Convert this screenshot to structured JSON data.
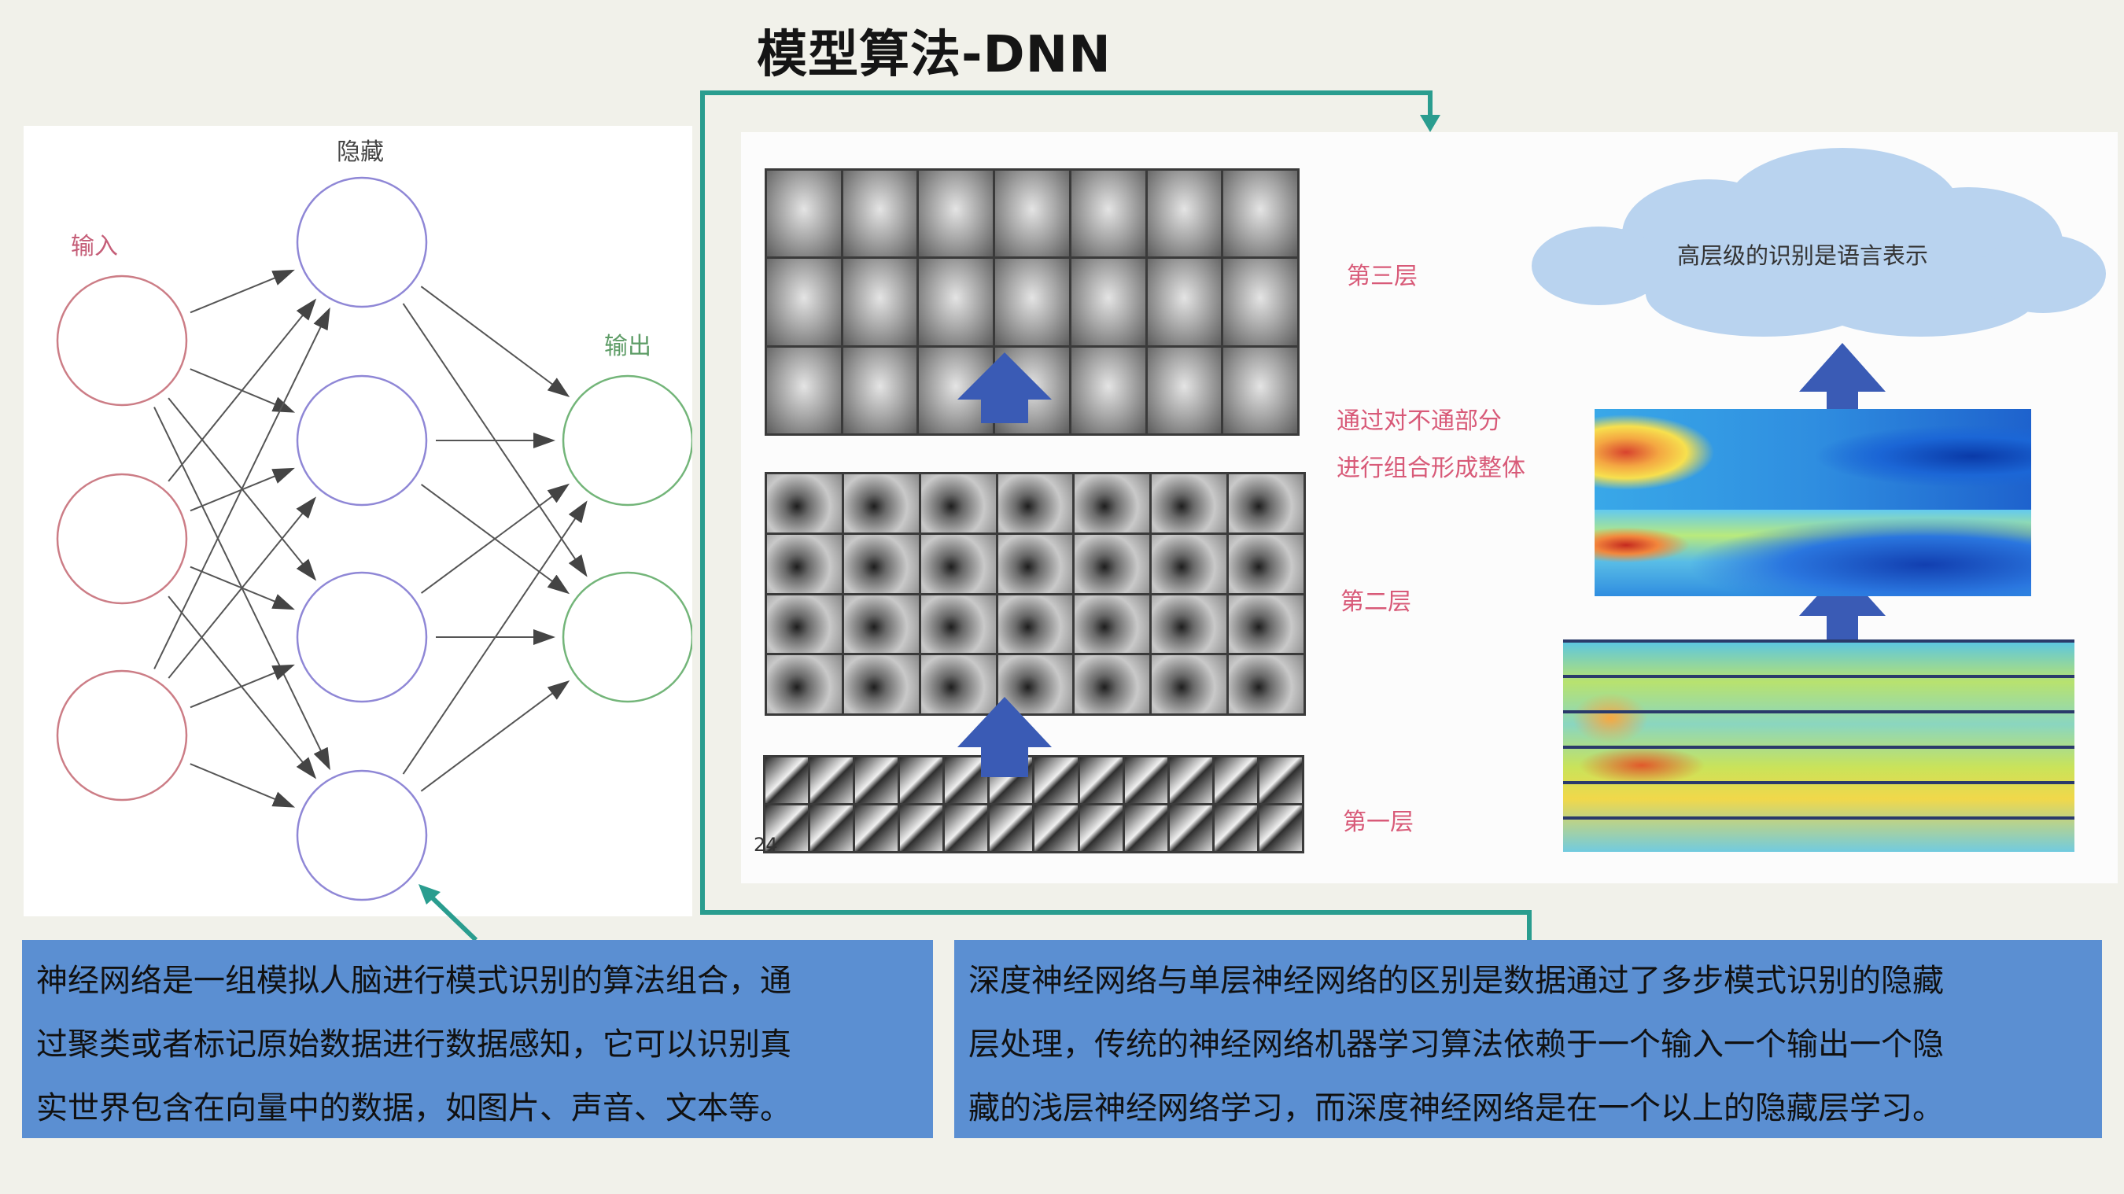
{
  "title": "模型算法-DNN",
  "neural_net": {
    "input_label": "输入",
    "hidden_label": "隐藏",
    "output_label": "输出",
    "colors": {
      "input": "#cc7d86",
      "hidden": "#8f87d6",
      "output": "#73b579",
      "arrow": "#555555"
    }
  },
  "deep_learning": {
    "layer3_label": "第三层",
    "combine_line1": "通过对不通部分",
    "combine_line2": "进行组合形成整体",
    "layer2_label": "第二层",
    "layer1_label": "第一层",
    "cloud_text": "高层级的识别是语言表示",
    "page_number": "24",
    "arrow_color": "#3a5bb5"
  },
  "captions": {
    "left_lines": [
      "神经网络是一组模拟人脑进行模式识别的算法组合，通",
      "过聚类或者标记原始数据进行数据感知，它可以识别真",
      "实世界包含在向量中的数据，如图片、声音、文本等。"
    ],
    "right_lines": [
      "深度神经网络与单层神经网络的区别是数据通过了多步模式识别的隐藏",
      "层处理，传统的神经网络机器学习算法依赖于一个输入一个输出一个隐",
      "藏的浅层神经网络学习，而深度神经网络是在一个以上的隐藏层学习。"
    ],
    "box_color": "#5b8fd2"
  },
  "connector_color": "#2a9d8f"
}
